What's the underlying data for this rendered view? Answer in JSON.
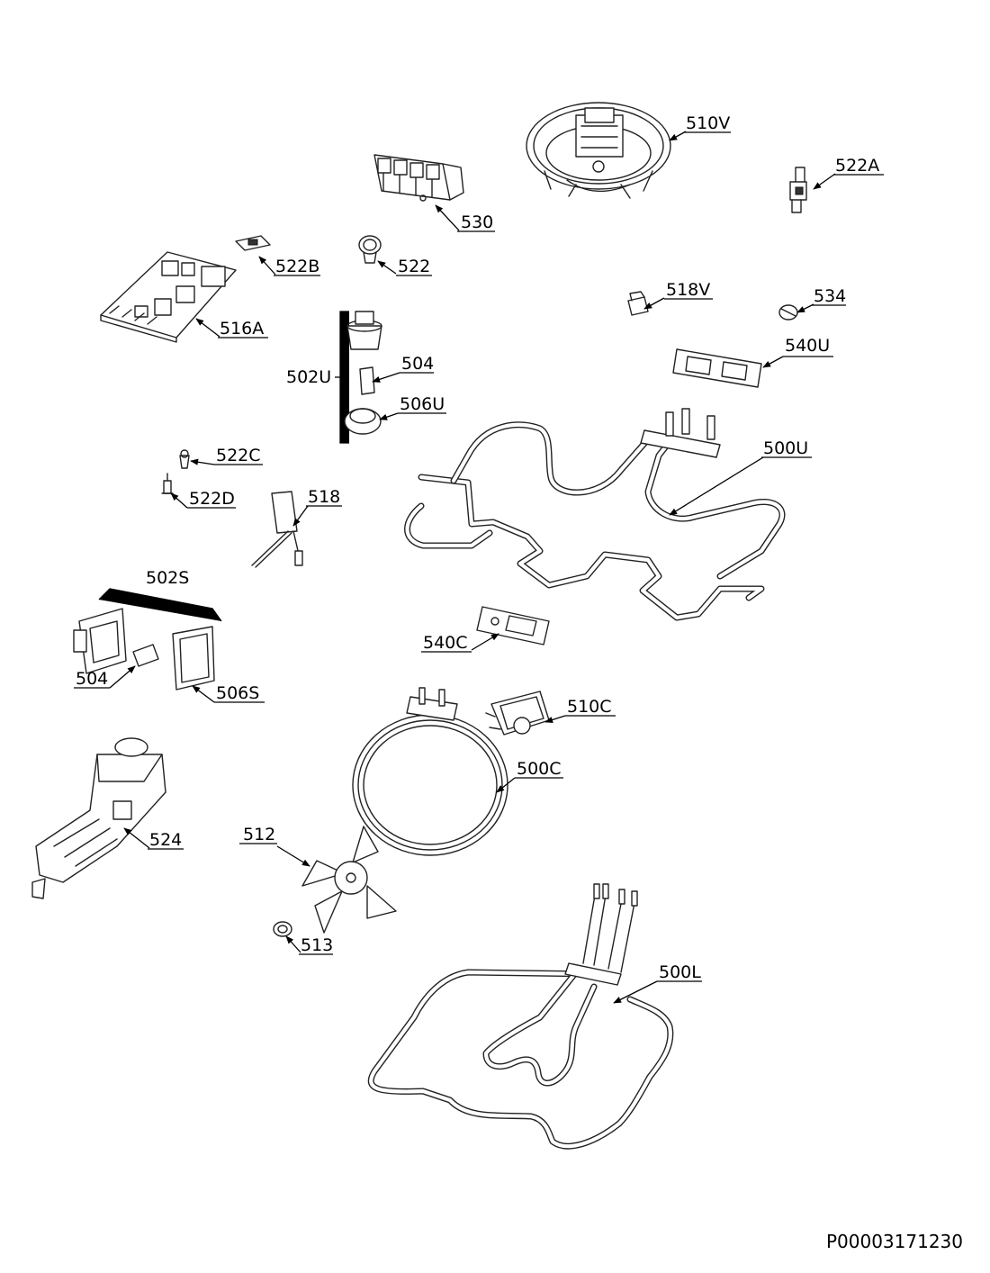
{
  "drawing_code": "P00003171230",
  "callouts": {
    "c510V": "510V",
    "c522A": "522A",
    "c530": "530",
    "c522B": "522B",
    "c522": "522",
    "c516A": "516A",
    "c518V": "518V",
    "c534": "534",
    "c540U": "540U",
    "c502U": "502U",
    "c504a": "504",
    "c506U": "506U",
    "c500U": "500U",
    "c522C": "522C",
    "c522D": "522D",
    "c518": "518",
    "c502S": "502S",
    "c540C": "540C",
    "c504b": "504",
    "c506S": "506S",
    "c510C": "510C",
    "c500C": "500C",
    "c524": "524",
    "c512": "512",
    "c513": "513",
    "c500L": "500L"
  }
}
